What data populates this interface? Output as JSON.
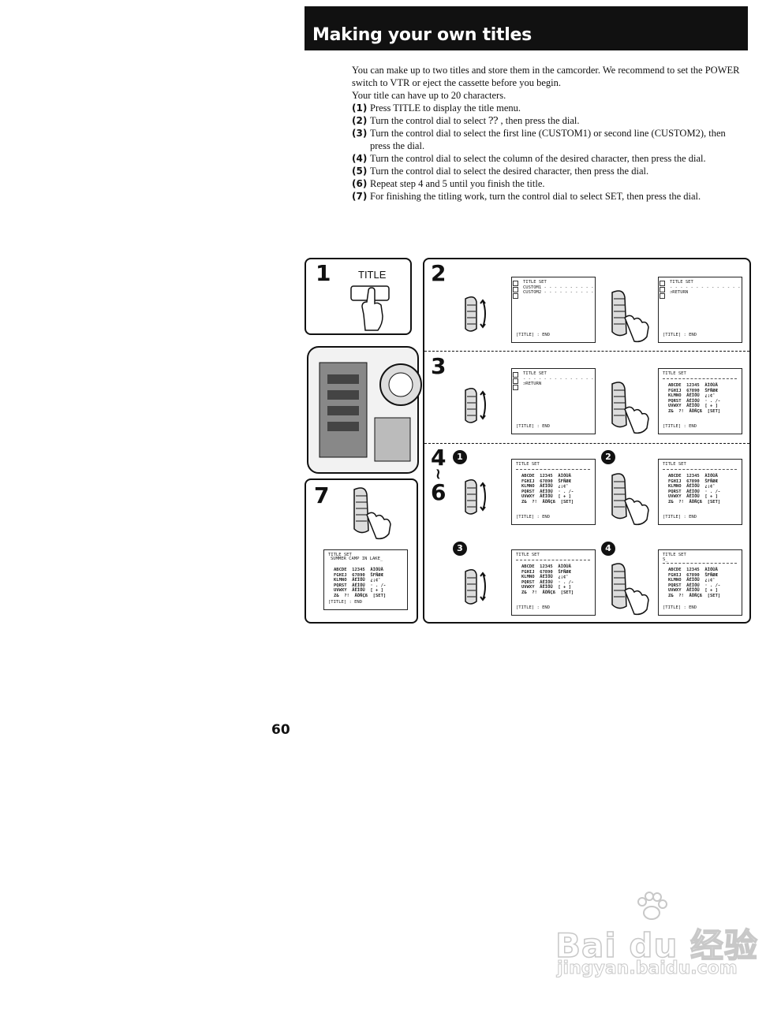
{
  "header": {
    "title": "Making your own titles"
  },
  "intro": {
    "paragraphs": [
      "You can make up to two titles and store them in the camcorder. We recommend to set the POWER switch to VTR or eject the cassette before you begin.",
      "Your title can have up to 20 characters."
    ],
    "steps": [
      {
        "num": "(1)",
        "text": "Press TITLE to display the title menu."
      },
      {
        "num": "(2)",
        "text": "Turn the control dial to select ⁇ , then press the dial."
      },
      {
        "num": "(3)",
        "text": "Turn the control dial to select the first line (CUSTOM1) or second line (CUSTOM2), then press the dial."
      },
      {
        "num": "(4)",
        "text": "Turn the control dial to select the column of the desired character, then press the dial."
      },
      {
        "num": "(5)",
        "text": "Turn the control dial to select the desired character, then press the dial."
      },
      {
        "num": "(6)",
        "text": "Repeat step 4 and 5 until you finish the title."
      },
      {
        "num": "(7)",
        "text": "For finishing the titling work, turn the control dial to select SET, then press the dial."
      }
    ]
  },
  "figure": {
    "panel1": {
      "num": "1",
      "button_label": "TITLE"
    },
    "panel2": {
      "num": "2"
    },
    "panel3": {
      "num": "3"
    },
    "panel46": {
      "num_top": "4",
      "tilde": "≀",
      "num_bottom": "6",
      "sub": [
        "1",
        "2",
        "3",
        "4"
      ]
    },
    "panel7": {
      "num": "7"
    },
    "screens": {
      "s2a": {
        "top": "TITLE SET\nCUSTOM1 - - - - - - - - - - - -\nCUSTOM2 - - - - - - - - - - - -",
        "end": "[TITLE] : END"
      },
      "s2b": {
        "top": "TITLE SET\n- - - - - - - - - - - - - - - - -\n⊃RETURN",
        "end": "[TITLE] : END"
      },
      "s3a": {
        "top": "TITLE SET\n- - - - - - - - - - - - - - - - -\n⊃RETURN",
        "end": "[TITLE] : END"
      },
      "s3b": {
        "title": "TITLE SET",
        "sub": "",
        "end": "[TITLE] : END"
      },
      "s4": {
        "title": "TITLE SET",
        "sub": "",
        "end": "[TITLE] : END"
      },
      "s5": {
        "title": "TITLE SET",
        "sub": "",
        "end": "[TITLE] : END"
      },
      "s6": {
        "title": "TITLE SET",
        "sub": "",
        "end": "[TITLE] : END"
      },
      "s7": {
        "title": "TITLE SET",
        "sub": "S_",
        "end": "[TITLE] : END"
      },
      "s8": {
        "title": "TITLE SET",
        "sub": "SUMMER CAMP IN LAKE_",
        "end": "[TITLE] : END"
      }
    },
    "charset": "ABCDE  12345  ÀÌÓÙÄ\nFGHIJ  67890  ŠFÑØÆ\nKLMNO  ÄÉÏÖÜ  ¿¡¢'\nPQRST  ÁÉÍÓÚ  · . /-\nUVWXY  ÂÊÎÔÛ  [ + ]\nZ&  ?!  ÅÖÑÇß  [SET]"
  },
  "page_number": "60",
  "watermark": {
    "text": "Bai du 经验",
    "url": "jingyan.baidu.com"
  }
}
